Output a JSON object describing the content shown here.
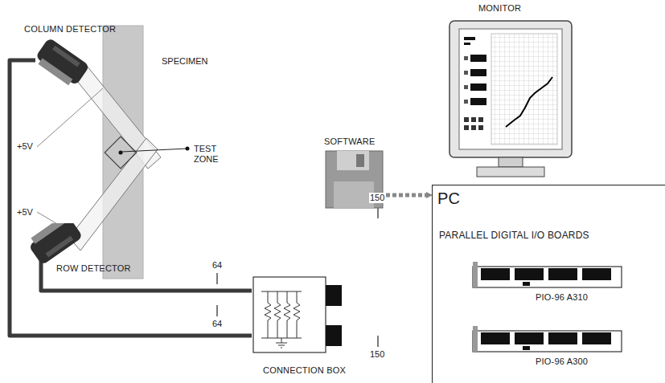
{
  "diagram": {
    "nodes": [
      {
        "text": [
          "MONITOR"
        ]
      },
      {
        "text": [
          "COLUMN DETECTOR"
        ]
      },
      {
        "text": [
          "SOFTWARE"
        ]
      },
      {
        "text": [
          "PC",
          "PARALLEL DIGITAL I/O BOARDS"
        ]
      },
      {
        "text": [
          "PIO-96 A310"
        ],
        "in": 3
      },
      {
        "text": [
          "PIO-96 A300"
        ],
        "in": 3
      },
      {
        "text": [
          "ROW DETECTOR"
        ]
      },
      {
        "text": [
          "CONNECTION BOX"
        ]
      }
    ],
    "edges": [
      {
        "from": 1,
        "to": 7,
        "arrow": "none"
      },
      {
        "from": 6,
        "to": 7,
        "arrow": "none"
      },
      {
        "from": 2,
        "to": 3,
        "arrow": "to"
      }
    ],
    "labels": [
      "SPECIMEN",
      "+5V",
      "TEST ZONE",
      "+5V",
      "64",
      "150",
      "64",
      "150"
    ]
  }
}
